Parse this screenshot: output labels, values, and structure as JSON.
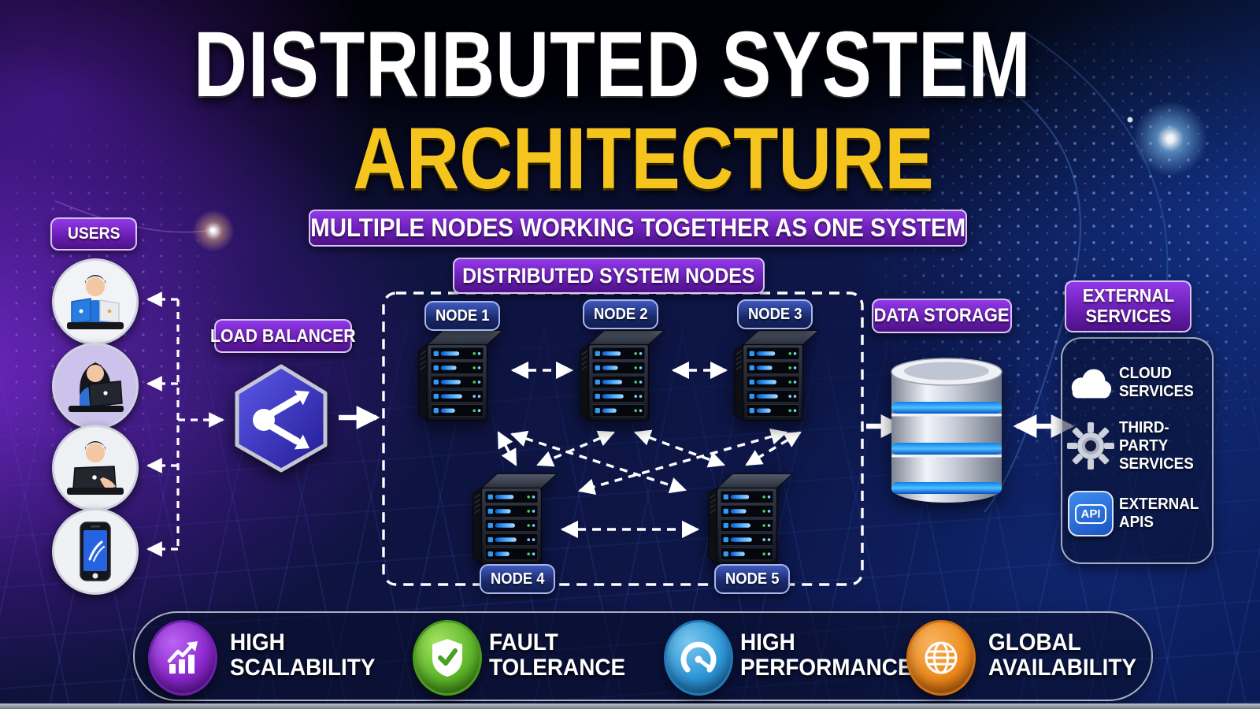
{
  "title": {
    "line1": "DISTRIBUTED SYSTEM",
    "line2": "ARCHITECTURE",
    "banner": "MULTIPLE NODES WORKING TOGETHER AS ONE SYSTEM"
  },
  "users": {
    "label": "USERS",
    "avatars": [
      {
        "icon": "man-with-laptops-avatar"
      },
      {
        "icon": "woman-with-laptop-avatar"
      },
      {
        "icon": "man-with-laptop-avatar"
      },
      {
        "icon": "smartphone-avatar"
      }
    ]
  },
  "load_balancer": {
    "label": "LOAD BALANCER",
    "icon": "share-distribute-icon"
  },
  "nodes_section": {
    "banner": "DISTRIBUTED SYSTEM NODES",
    "nodes": [
      {
        "label": "NODE 1",
        "icon": "server-tower-icon"
      },
      {
        "label": "NODE 2",
        "icon": "server-tower-icon"
      },
      {
        "label": "NODE 3",
        "icon": "server-tower-icon"
      },
      {
        "label": "NODE 4",
        "icon": "server-tower-icon"
      },
      {
        "label": "NODE 5",
        "icon": "server-tower-icon"
      }
    ]
  },
  "data_storage": {
    "label": "DATA STORAGE",
    "icon": "database-cylinder-icon"
  },
  "external_services": {
    "header": {
      "line1": "EXTERNAL",
      "line2": "SERVICES"
    },
    "items": [
      {
        "line1": "CLOUD",
        "line2": "SERVICES",
        "icon": "cloud-icon"
      },
      {
        "line1": "THIRD-PARTY",
        "line2": "SERVICES",
        "icon": "gear-icon"
      },
      {
        "line1": "EXTERNAL",
        "line2": "APIS",
        "icon": "api-badge-icon",
        "badge": "API"
      }
    ]
  },
  "features": {
    "items": [
      {
        "line1": "HIGH",
        "line2": "SCALABILITY",
        "icon": "growth-chart-icon",
        "color": "#8a27cc"
      },
      {
        "line1": "FAULT",
        "line2": "TOLERANCE",
        "icon": "shield-check-icon",
        "color": "#5fb72a"
      },
      {
        "line1": "HIGH",
        "line2": "PERFORMANCE",
        "icon": "speedometer-icon",
        "color": "#2e96d6"
      },
      {
        "line1": "GLOBAL",
        "line2": "AVAILABILITY",
        "icon": "globe-icon",
        "color": "#ee8b1e"
      }
    ]
  },
  "colors": {
    "banner_purple": "#6b1fb4",
    "title_yellow": "#f6c51d",
    "node_pill_navy": "#1a2968",
    "background_navy": "#0c1340",
    "arrows": "#ffffff"
  }
}
